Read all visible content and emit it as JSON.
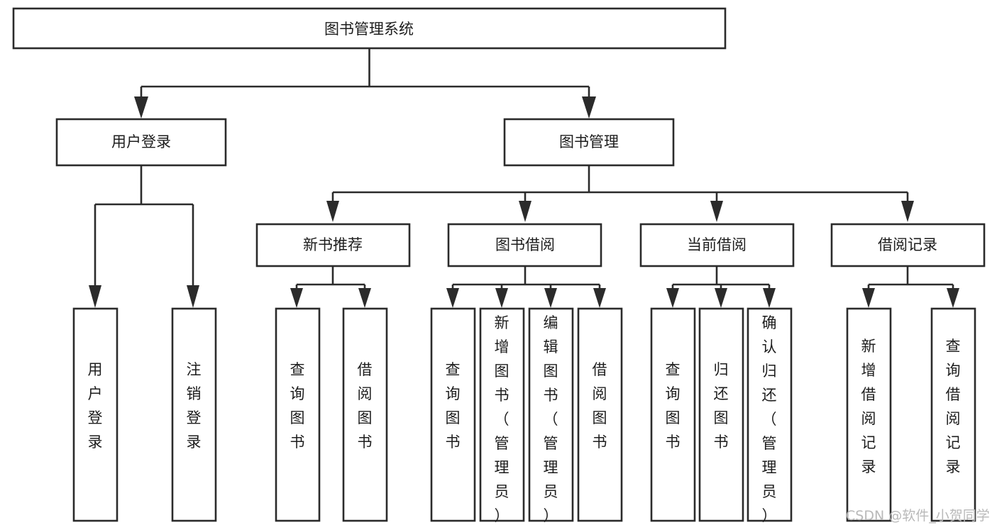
{
  "diagram": {
    "title": "图书管理系统",
    "type": "hierarchy-tree",
    "root": {
      "id": "root",
      "label": "图书管理系统",
      "orientation": "horizontal"
    },
    "level2": [
      {
        "id": "user-login",
        "label": "用户登录",
        "orientation": "horizontal"
      },
      {
        "id": "book-management",
        "label": "图书管理",
        "orientation": "horizontal"
      }
    ],
    "level3": [
      {
        "id": "new-book-recommend",
        "label": "新书推荐",
        "orientation": "horizontal",
        "parent": "book-management"
      },
      {
        "id": "book-borrow",
        "label": "图书借阅",
        "orientation": "horizontal",
        "parent": "book-management"
      },
      {
        "id": "current-borrow",
        "label": "当前借阅",
        "orientation": "horizontal",
        "parent": "book-management"
      },
      {
        "id": "borrow-record",
        "label": "借阅记录",
        "orientation": "horizontal",
        "parent": "book-management"
      }
    ],
    "leaves": [
      {
        "id": "leaf-user-login",
        "label": "用户登录",
        "orientation": "vertical",
        "parent": "user-login"
      },
      {
        "id": "leaf-logout-login",
        "label": "注销登录",
        "orientation": "vertical",
        "parent": "user-login"
      },
      {
        "id": "leaf-query-book-1",
        "label": "查询图书",
        "orientation": "vertical",
        "parent": "new-book-recommend"
      },
      {
        "id": "leaf-borrow-book-1",
        "label": "借阅图书",
        "orientation": "vertical",
        "parent": "new-book-recommend"
      },
      {
        "id": "leaf-query-book-2",
        "label": "查询图书",
        "orientation": "vertical",
        "parent": "book-borrow"
      },
      {
        "id": "leaf-add-book",
        "label": "新增图书（管理员）",
        "orientation": "vertical",
        "parent": "book-borrow"
      },
      {
        "id": "leaf-edit-book",
        "label": "编辑图书（管理员）",
        "orientation": "vertical",
        "parent": "book-borrow"
      },
      {
        "id": "leaf-borrow-book-2",
        "label": "借阅图书",
        "orientation": "vertical",
        "parent": "book-borrow"
      },
      {
        "id": "leaf-query-book-3",
        "label": "查询图书",
        "orientation": "vertical",
        "parent": "current-borrow"
      },
      {
        "id": "leaf-return-book",
        "label": "归还图书",
        "orientation": "vertical",
        "parent": "current-borrow"
      },
      {
        "id": "leaf-confirm-return",
        "label": "确认归还（管理员）",
        "orientation": "vertical",
        "parent": "current-borrow"
      },
      {
        "id": "leaf-add-record",
        "label": "新增借阅记录",
        "orientation": "vertical",
        "parent": "borrow-record"
      },
      {
        "id": "leaf-query-record",
        "label": "查询借阅记录",
        "orientation": "vertical",
        "parent": "borrow-record"
      }
    ],
    "colors": {
      "box_stroke": "#2b2b2b",
      "box_fill": "#ffffff",
      "text": "#1d1d1d",
      "background": "#ffffff",
      "watermark": "#b9b9b9"
    }
  },
  "watermark": {
    "text": "CSDN @软件_小贺同学"
  }
}
